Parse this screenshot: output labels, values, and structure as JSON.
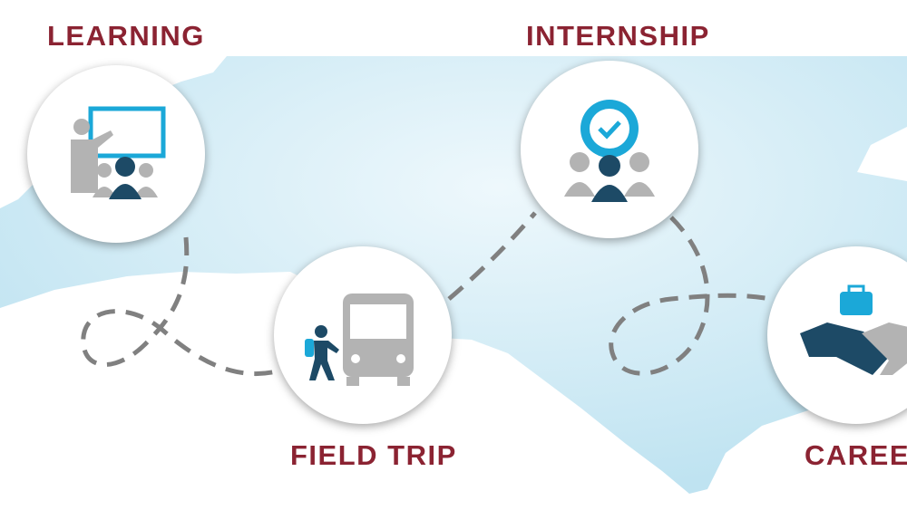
{
  "steps": [
    {
      "label": "LEARNING",
      "icon": "classroom-icon"
    },
    {
      "label": "INTERNSHIP",
      "icon": "team-gear-icon"
    },
    {
      "label": "FIELD TRIP",
      "icon": "bus-icon"
    },
    {
      "label": "CAREER",
      "icon": "handshake-icon"
    }
  ],
  "colors": {
    "label": "#8b2332",
    "map": "#c9e8f4",
    "accent": "#1ba8d8",
    "dark": "#1d4a66",
    "gray": "#b3b3b3",
    "path": "#808080"
  }
}
